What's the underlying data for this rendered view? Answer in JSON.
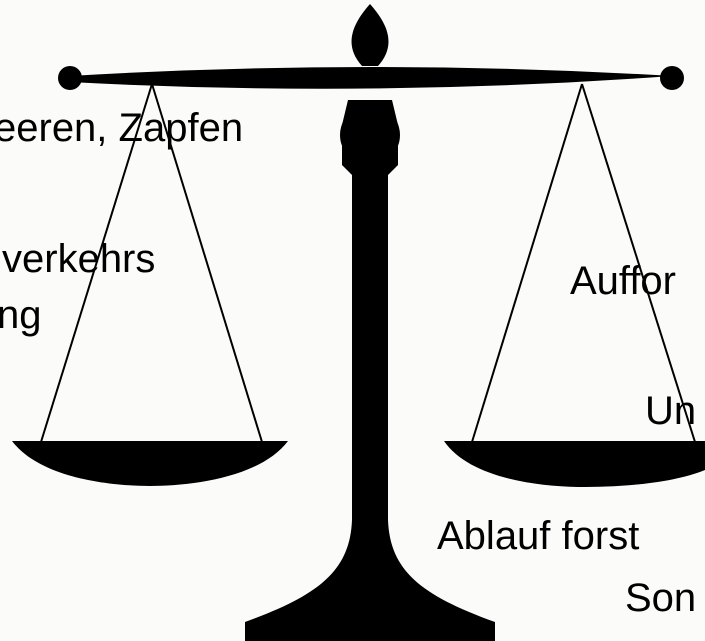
{
  "left_pan": {
    "line_1": "eeren, Zapfen",
    "line_2": "verkehrs",
    "line_3": "ng"
  },
  "right_pan": {
    "line_1": "Auffor",
    "line_2": "Un",
    "line_3": "Ablauf forst",
    "line_4": "Son"
  },
  "colors": {
    "ink": "#000000",
    "background": "#fbfbfa"
  }
}
